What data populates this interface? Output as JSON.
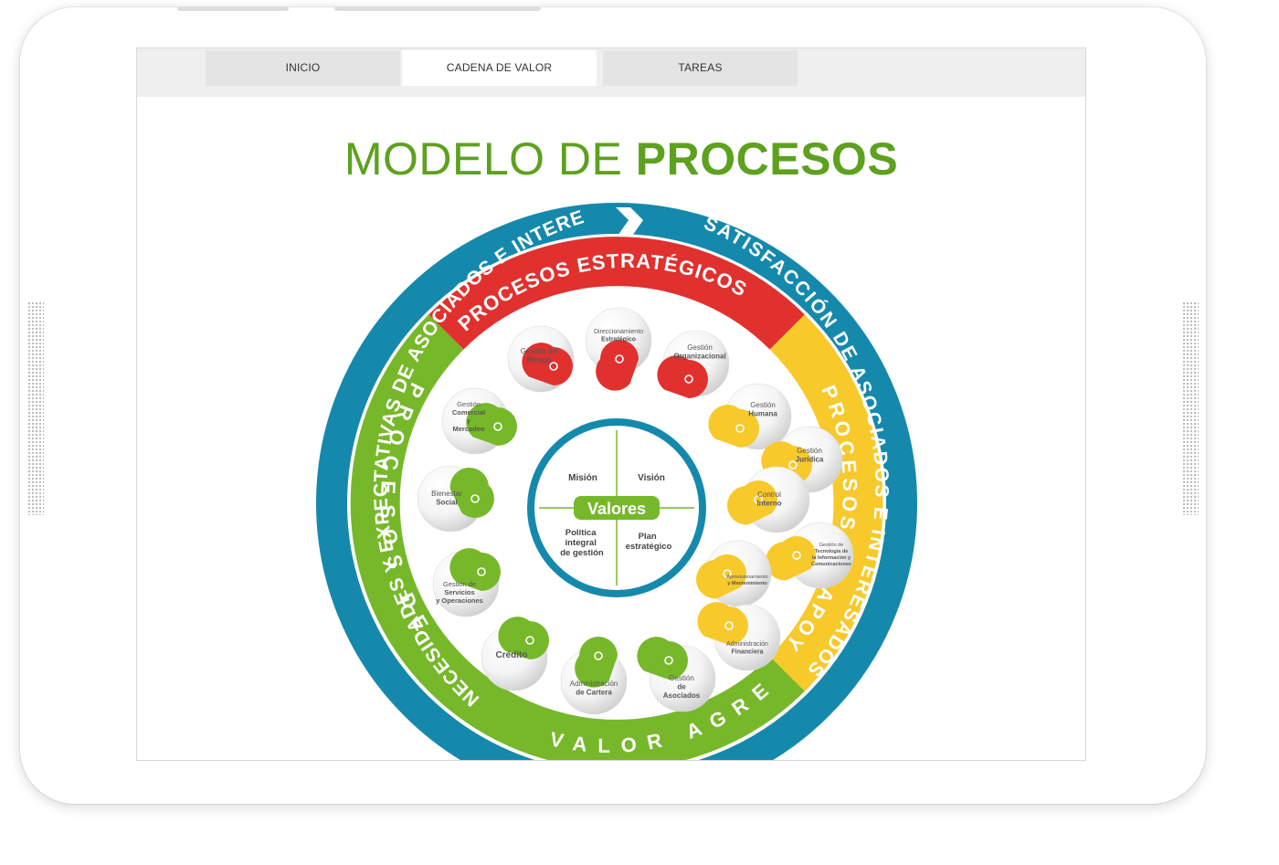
{
  "tabs": [
    {
      "label": "INICIO",
      "active": false
    },
    {
      "label": "CADENA DE VALOR",
      "active": true
    },
    {
      "label": "TAREAS",
      "active": false
    }
  ],
  "title": {
    "light": "MODELO DE ",
    "bold": "PROCESOS"
  },
  "ring": {
    "outer_left": "NECESIDADES Y EXPECTATIVAS DE ASOCIADOS E INTERESADOS",
    "outer_right": "SATISFACCIÓN DE ASOCIADOS E INTERESADOS",
    "strategic": "PROCESOS ESTRATÉGICOS",
    "support": "PROCESOS DE APOYO",
    "value": "PROCESOS DE VALOR AGREGADO"
  },
  "center": {
    "mision": "Misión",
    "vision": "Visión",
    "valores": "Valores",
    "politica": [
      "Política",
      "integral",
      "de gestión"
    ],
    "plan": [
      "Plan",
      "estratégico"
    ]
  },
  "processes": {
    "riesgo": [
      "Gestión del",
      "Riesgo"
    ],
    "direccionamiento": [
      "Direccionamiento",
      "Estratégico"
    ],
    "organizacional": [
      "Gestión",
      "Organizacional"
    ],
    "humana": [
      "Gestión",
      "Humana"
    ],
    "juridica": [
      "Gestión",
      "Jurídica"
    ],
    "control": [
      "Control",
      "Interno"
    ],
    "tecnologia": [
      "Gestión de",
      "Tecnología de",
      "la Información y",
      "Comunicaciones"
    ],
    "aprovisionamiento": [
      "Aprovisionamiento",
      "y Mantenimiento"
    ],
    "financiera": [
      "Administración",
      "Financiera"
    ],
    "asociados": [
      "Gestión",
      "de",
      "Asociados"
    ],
    "cartera": [
      "Administración",
      "de Cartera"
    ],
    "credito": [
      "Crédito"
    ],
    "servicios": [
      "Gestión de",
      "Servicios",
      "y Operaciones"
    ],
    "bienestar": [
      "Bienestar",
      "Social"
    ],
    "comercial": [
      "Gestión",
      "Comercial",
      "y",
      "Mercadeo"
    ]
  },
  "colors": {
    "blue": "#1589ac",
    "red": "#e0312f",
    "yellow": "#f7c92b",
    "green": "#76b82a",
    "title_green": "#5da11e"
  }
}
